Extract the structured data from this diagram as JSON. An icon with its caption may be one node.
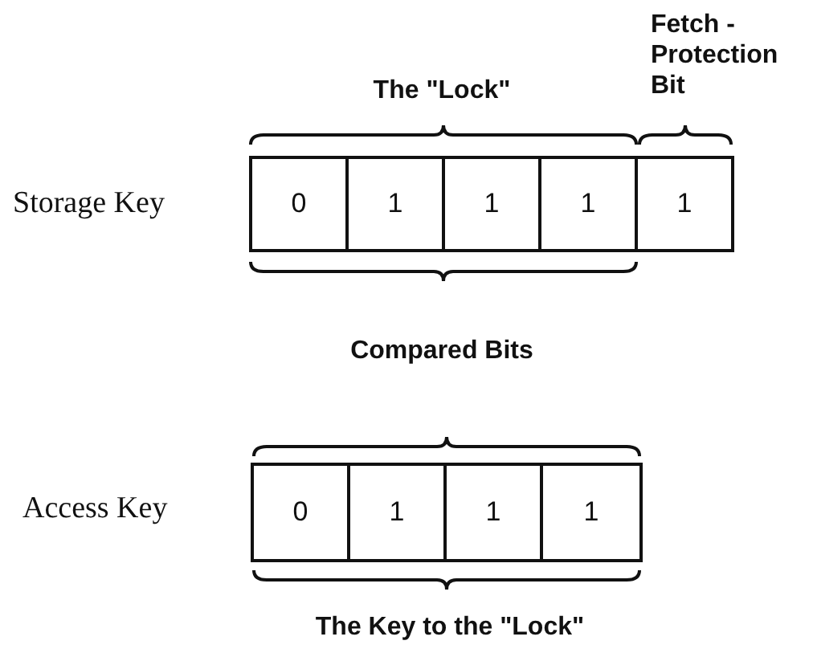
{
  "diagram": {
    "nodes": [
      {
        "text": [
          "0"
        ]
      },
      {
        "text": [
          "1"
        ]
      },
      {
        "text": [
          "1"
        ]
      },
      {
        "text": [
          "1"
        ]
      },
      {
        "text": [
          "1"
        ]
      },
      {
        "text": [
          "0"
        ]
      },
      {
        "text": [
          "1"
        ]
      },
      {
        "text": [
          "1"
        ]
      },
      {
        "text": [
          "1"
        ]
      }
    ],
    "labels": [
      "Fetch - Protection Bit",
      "The \"Lock\"",
      "Storage Key",
      "Compared Bits",
      "Access Key",
      "The Key to the \"Lock\""
    ]
  }
}
